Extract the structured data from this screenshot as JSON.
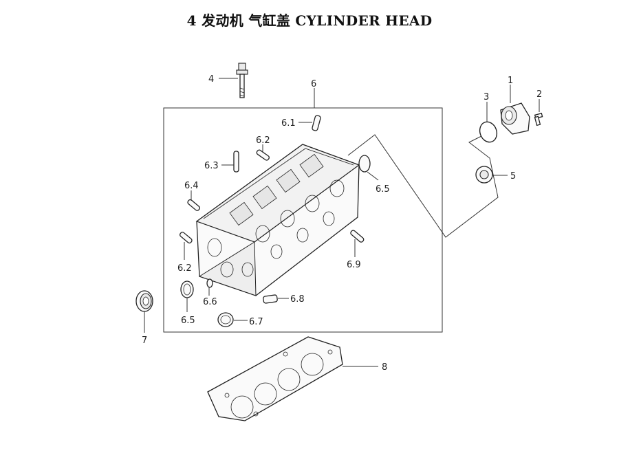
{
  "title": "4 发动机  气缸盖 CYLINDER HEAD",
  "callouts": {
    "c1": "1",
    "c2": "2",
    "c3": "3",
    "c4": "4",
    "c5": "5",
    "c6": "6",
    "c6_1": "6.1",
    "c6_2a": "6.2",
    "c6_3": "6.3",
    "c6_4": "6.4",
    "c6_5a": "6.5",
    "c6_2b": "6.2",
    "c6_9": "6.9",
    "c6_6": "6.6",
    "c6_8": "6.8",
    "c6_5b": "6.5",
    "c6_7": "6.7",
    "c7": "7",
    "c8": "8"
  }
}
